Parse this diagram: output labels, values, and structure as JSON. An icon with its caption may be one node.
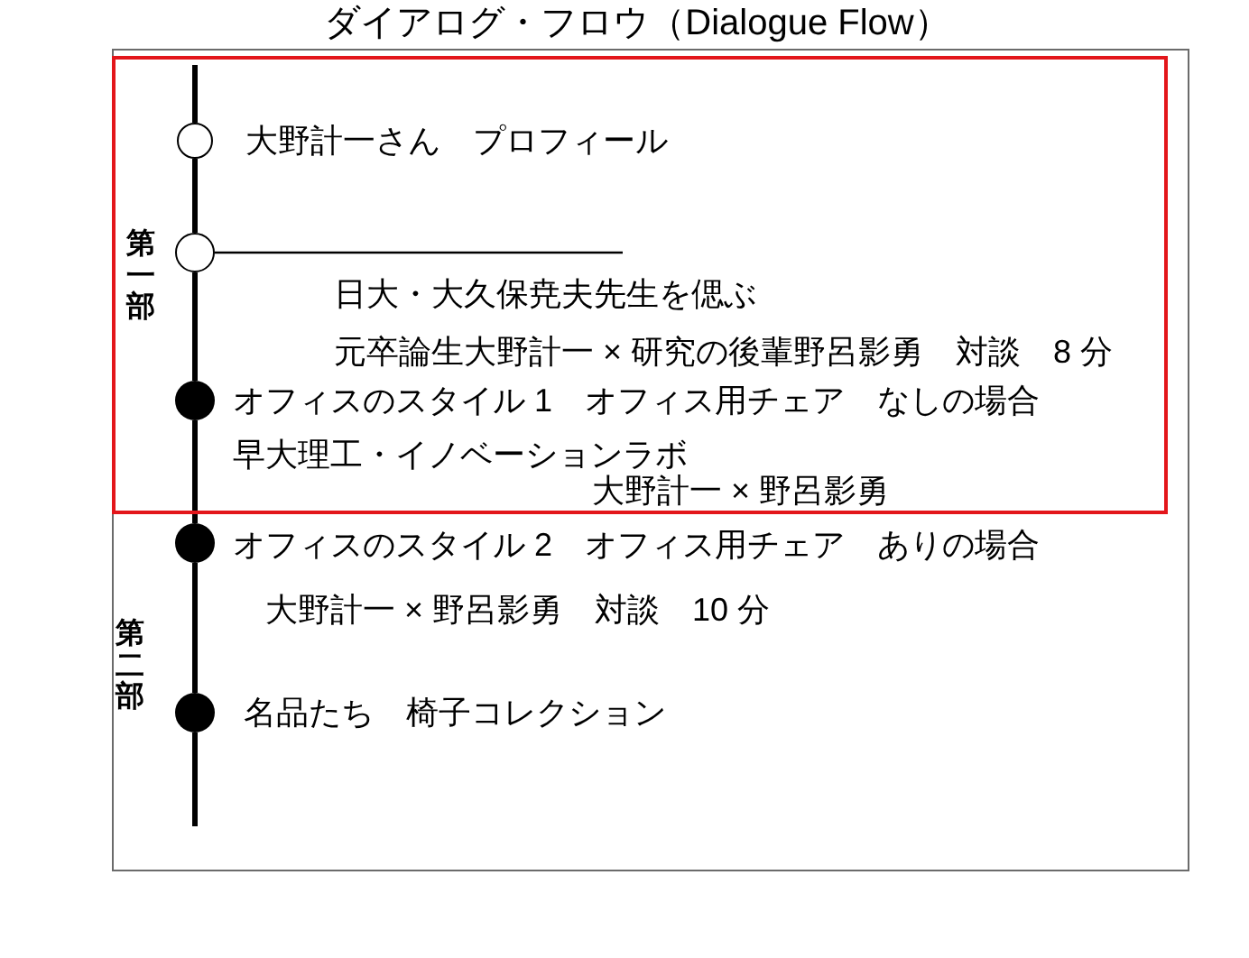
{
  "diagram": {
    "title": "ダイアログ・フロウ（Dialogue Flow）",
    "nodes": [
      {
        "text": [],
        "shape": "box"
      },
      {
        "text": [],
        "shape": "box",
        "in": 0
      },
      {
        "text": [],
        "shape": "circle",
        "in": 1,
        "beside": [
          "大野計一さん　プロフィール"
        ]
      },
      {
        "text": [],
        "shape": "circle",
        "in": 1,
        "beside": [
          "日大・大久保尭夫先生を偲ぶ",
          "元卒論生大野計一 × 研究の後輩野呂影勇　対談　8 分"
        ]
      },
      {
        "text": [],
        "shape": "dot",
        "in": 1,
        "beside": [
          "オフィスのスタイル 1　オフィス用チェア　なしの場合",
          "早大理工・イノベーションラボ",
          "大野計一 × 野呂影勇"
        ]
      },
      {
        "text": [],
        "shape": "dot",
        "in": 0,
        "beside": [
          "オフィスのスタイル 2　オフィス用チェア　ありの場合",
          "大野計一 × 野呂影勇　対談　10 分"
        ]
      },
      {
        "text": [],
        "shape": "dot",
        "in": 0,
        "beside": [
          "名品たち　椅子コレクション"
        ]
      }
    ],
    "edges": [
      {
        "from": null,
        "to": 2,
        "arrow": "none"
      },
      {
        "from": 2,
        "to": 3,
        "arrow": "none"
      },
      {
        "from": 3,
        "to": 4,
        "arrow": "none"
      },
      {
        "from": 4,
        "to": 5,
        "arrow": "none"
      },
      {
        "from": 5,
        "to": 6,
        "arrow": "none"
      },
      {
        "from": 6,
        "to": null,
        "arrow": "none"
      },
      {
        "from": 3,
        "to": null,
        "arrow": "none"
      }
    ],
    "labels": [
      "第一部",
      "第二部"
    ]
  }
}
